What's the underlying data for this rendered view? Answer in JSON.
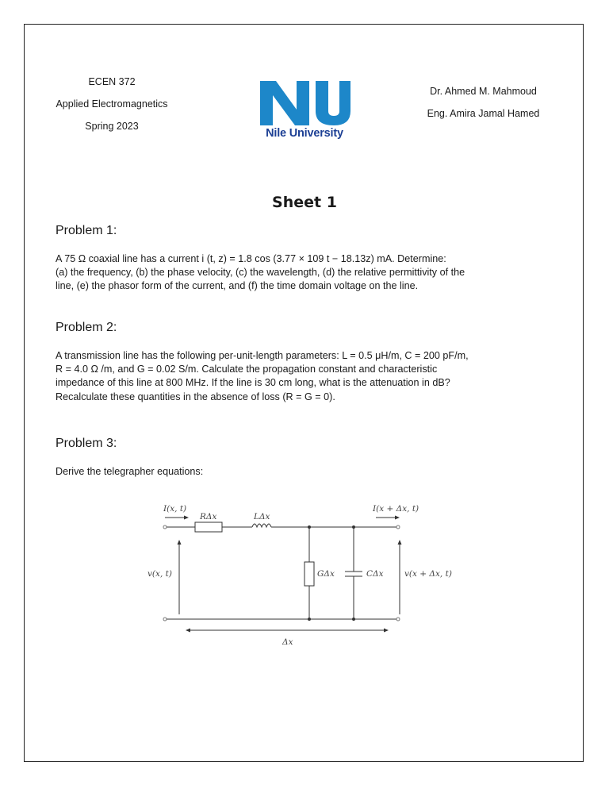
{
  "header": {
    "course_code": "ECEN 372",
    "course_name": "Applied Electromagnetics",
    "term": "Spring 2023",
    "instructor": "Dr. Ahmed M. Mahmoud",
    "assistant": "Eng. Amira Jamal Hamed",
    "logo_text": "Nile University",
    "logo_color": "#1d87c9",
    "logo_text_color": "#1c3f94"
  },
  "title": "Sheet 1",
  "problems": [
    {
      "heading": "Problem 1:",
      "lines": [
        "A 75 Ω coaxial line has a current i (t, z) = 1.8 cos (3.77 × 109 t − 18.13z) mA. Determine:",
        "(a) the frequency, (b) the phase velocity, (c) the wavelength, (d) the relative permittivity of the",
        "line, (e) the phasor form of the current, and (f) the time domain voltage on the line."
      ]
    },
    {
      "heading": "Problem 2:",
      "lines": [
        "A transmission line has the following per-unit-length parameters: L = 0.5 μH/m, C = 200 pF/m,",
        "R = 4.0 Ω /m, and G = 0.02 S/m. Calculate the propagation constant and characteristic",
        "impedance of this line at 800 MHz. If the line is 30 cm long, what is the attenuation in dB?",
        "Recalculate these quantities in the absence of loss (R = G = 0)."
      ]
    },
    {
      "heading": "Problem 3:",
      "lines": [
        "Derive the telegrapher equations:"
      ]
    }
  ],
  "circuit": {
    "current_in": "I(x, t)",
    "current_out": "I(x + Δx, t)",
    "resistor": "RΔx",
    "inductor": "LΔx",
    "conductance": "GΔx",
    "capacitor": "CΔx",
    "voltage_in": "v(x, t)",
    "voltage_out": "v(x + Δx, t)",
    "length": "Δx"
  }
}
